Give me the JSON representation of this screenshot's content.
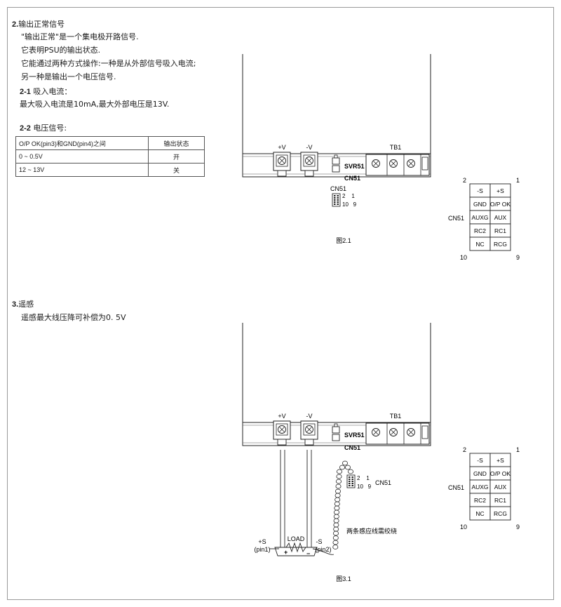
{
  "section2": {
    "title_num": "2.",
    "title_text": "输出正常信号",
    "lines": [
      "\"输出正常\"是一个集电极开路信号.",
      "它表明PSU的输出状态.",
      "它能通过两种方式操作:一种是从外部信号吸入电流;",
      "另一种是输出一个电压信号."
    ],
    "sub1_num": "2-1",
    "sub1_title": "吸入电流：",
    "sub1_text": "最大吸入电流是10mA,最大外部电压是13V.",
    "sub2_num": "2-2",
    "sub2_title": "电压信号:",
    "table": {
      "header": [
        "O/P OK(pin3)和GND(pin4)之间",
        "输出状态"
      ],
      "rows": [
        [
          "0 ~ 0.5V",
          "开"
        ],
        [
          "12 ~ 13V",
          "关"
        ]
      ]
    }
  },
  "section3": {
    "title_num": "3.",
    "title_text": "遥感",
    "text": "遥感最大线压降可补偿为0. 5V"
  },
  "figure1": {
    "caption": "图2.1",
    "terminals": {
      "pos": "+V",
      "neg": "-V",
      "tb": "TB1",
      "svr": "SVR51",
      "cn": "CN51"
    },
    "cn_small": {
      "label": "CN51",
      "pin_top": "2    1",
      "pin_bottom": "10   9"
    }
  },
  "figure2": {
    "caption": "图3.1",
    "terminals": {
      "pos": "+V",
      "neg": "-V",
      "tb": "TB1",
      "svr": "SVR51",
      "cn": "CN51"
    },
    "cn_small": {
      "label": "CN51",
      "pin_top": "2    1",
      "pin_bottom": "10   9"
    },
    "load": "LOAD",
    "plus": "+",
    "minus": "−",
    "sense_pos": "+S",
    "sense_pos_pin": "(pin1)",
    "sense_neg": "-S",
    "sense_neg_pin": "(pin2)",
    "twist_note": "两条感应线需绞绕"
  },
  "pinout": {
    "label": "CN51",
    "corner_tl": "2",
    "corner_tr": "1",
    "corner_bl": "10",
    "corner_br": "9",
    "rows": [
      [
        "-S",
        "+S"
      ],
      [
        "GND",
        "O/P OK"
      ],
      [
        "AUXG",
        "AUX"
      ],
      [
        "RC2",
        "RC1"
      ],
      [
        "NC",
        "RCG"
      ]
    ]
  }
}
